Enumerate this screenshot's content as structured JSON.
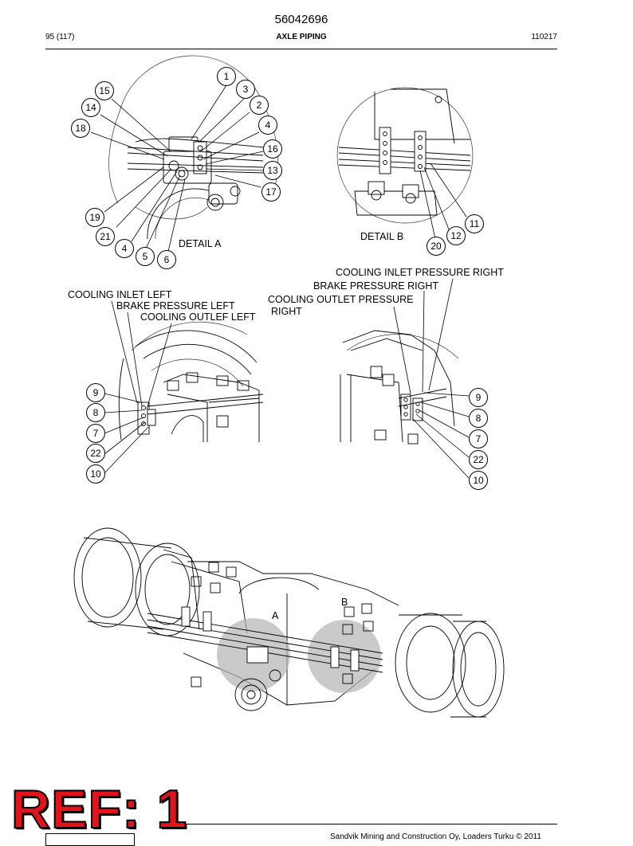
{
  "header": {
    "doc_number": "56042696",
    "page": "95 (117)",
    "title": "AXLE PIPING",
    "date_code": "110217"
  },
  "details": {
    "a_label": "DETAIL A",
    "b_label": "DETAIL B",
    "view_a_letter": "A",
    "view_b_letter": "B"
  },
  "labels_left": {
    "cooling_inlet": "COOLING INLET LEFT",
    "brake_pressure": "BRAKE PRESSURE LEFT",
    "cooling_outlet": "COOLING OUTLEF LEFT"
  },
  "labels_right": {
    "cooling_inlet": "COOLING INLET PRESSURE RIGHT",
    "brake_pressure": "BRAKE PRESSURE RIGHT",
    "cooling_outlet_1": "COOLING OUTLET PRESSURE",
    "cooling_outlet_2": "RIGHT"
  },
  "callouts": {
    "detail_a": [
      "1",
      "3",
      "2",
      "4",
      "16",
      "13",
      "17",
      "15",
      "14",
      "18",
      "19",
      "21",
      "4",
      "5",
      "6"
    ],
    "detail_b": [
      "11",
      "12",
      "20"
    ],
    "left_view": [
      "9",
      "8",
      "7",
      "22",
      "10"
    ],
    "right_view": [
      "9",
      "8",
      "7",
      "22",
      "10"
    ]
  },
  "footer": {
    "ref_stamp": "REF: 1",
    "copyright": "Sandvik Mining and Construction Oy, Loaders Turku © 2011"
  },
  "colors": {
    "stamp_red": "#e0141b",
    "highlight_gray": "#b3b3b3"
  }
}
